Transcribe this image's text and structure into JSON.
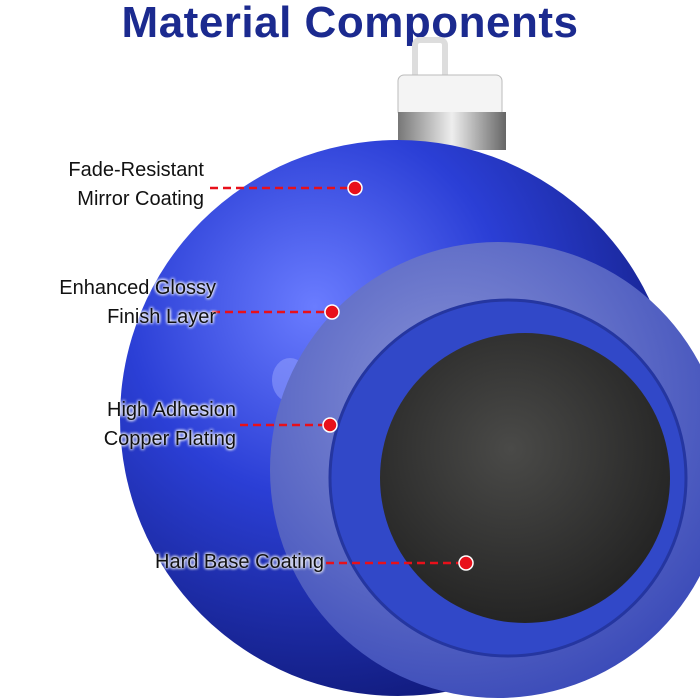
{
  "title": "Material Components",
  "labels": [
    {
      "line1": "Fade-Resistant",
      "line2": "Mirror Coating"
    },
    {
      "line1": "Enhanced Glossy",
      "line2": "Finish Layer"
    },
    {
      "line1": "High Adhesion",
      "line2": "Copper Plating"
    },
    {
      "line1": "Hard Base Coating"
    }
  ],
  "colors": {
    "title": "#1b2a8f",
    "ball": "#2a3fd0",
    "marker": "#e8101a",
    "core": "#3a3a3a"
  }
}
